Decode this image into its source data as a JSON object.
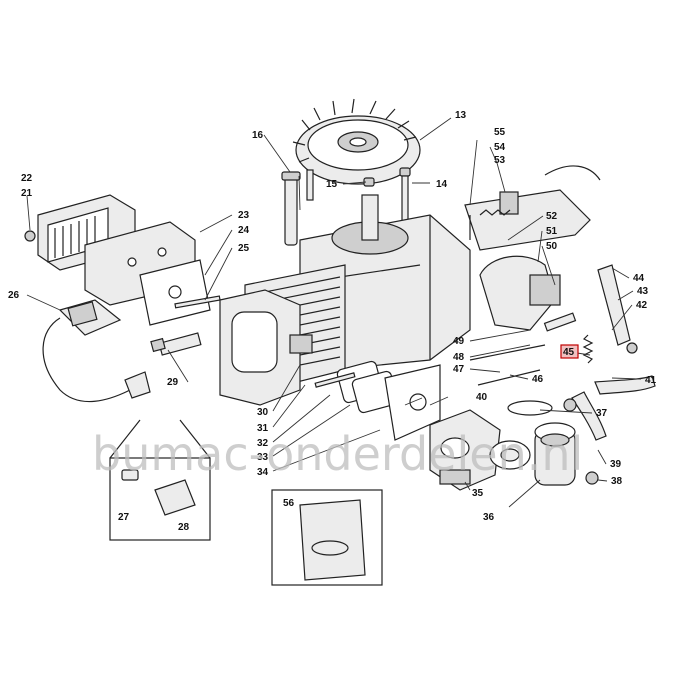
{
  "watermark": "bumac-onderdelen.nl",
  "highlight_color": "#c00000",
  "callouts": {
    "c13": "13",
    "c14": "14",
    "c15": "15",
    "c16": "16",
    "c21": "21",
    "c22": "22",
    "c23": "23",
    "c24": "24",
    "c25": "25",
    "c26": "26",
    "c27": "27",
    "c28": "28",
    "c29": "29",
    "c30": "30",
    "c31": "31",
    "c32": "32",
    "c33": "33",
    "c34": "34",
    "c35": "35",
    "c36": "36",
    "c37": "37",
    "c38": "38",
    "c39": "39",
    "c40": "40",
    "c41": "41",
    "c42": "42",
    "c43": "43",
    "c44": "44",
    "c45": "45",
    "c46": "46",
    "c47": "47",
    "c48": "48",
    "c49": "49",
    "c50": "50",
    "c51": "51",
    "c52": "52",
    "c53": "53",
    "c54": "54",
    "c55": "55",
    "c56": "56"
  }
}
